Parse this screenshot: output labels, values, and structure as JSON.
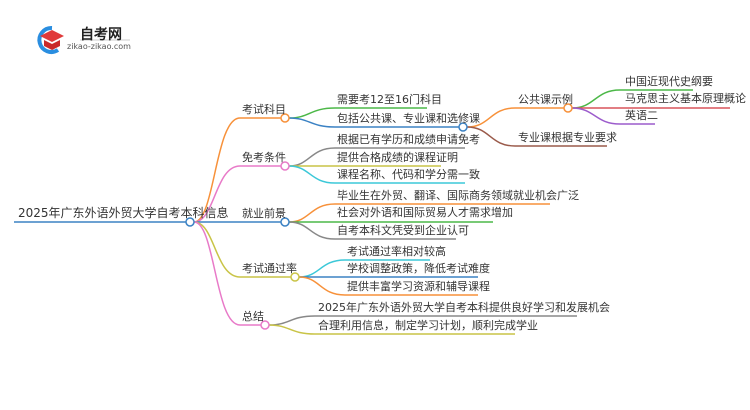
{
  "logo": {
    "title": "自考网",
    "url": "zikao-zikao.com"
  },
  "root": "2025年广东外语外贸大学自考本科信息",
  "branches": [
    {
      "label": "考试科目",
      "children": [
        "需要考12至16门科目",
        "包括公共课、专业课和选修课"
      ],
      "sub": {
        "label": "公共课示例",
        "children": [
          "中国近现代史纲要",
          "马克思主义基本原理概论",
          "英语二"
        ],
        "other": "专业课根据专业要求"
      }
    },
    {
      "label": "免考条件",
      "children": [
        "根据已有学历和成绩申请免考",
        "提供合格成绩的课程证明",
        "课程名称、代码和学分需一致"
      ]
    },
    {
      "label": "就业前景",
      "children": [
        "毕业生在外贸、翻译、国际商务领域就业机会广泛",
        "社会对外语和国际贸易人才需求增加",
        "自考本科文凭受到企业认可"
      ]
    },
    {
      "label": "考试通过率",
      "children": [
        "考试通过率相对较高",
        "学校调整政策，降低考试难度",
        "提供丰富学习资源和辅导课程"
      ]
    },
    {
      "label": "总结",
      "children": [
        "2025年广东外语外贸大学自考本科提供良好学习和发展机会",
        "合理利用信息，制定学习计划，顺利完成学业"
      ]
    }
  ],
  "colors": {
    "blue": "#3b82c4",
    "orange": "#f7913a",
    "pink": "#e87ac8",
    "olive": "#c9c447",
    "green": "#4cb848",
    "gray": "#888888",
    "cyan": "#3cc8d8",
    "red": "#d9545a",
    "purple": "#9c5ccc",
    "brown": "#9a5a4a"
  }
}
